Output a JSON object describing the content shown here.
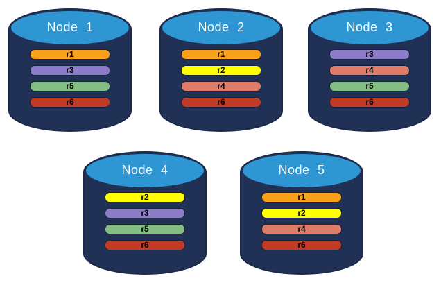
{
  "diagram": {
    "background": "#ffffff",
    "colors": {
      "cylinder_body": "#203155",
      "cylinder_outline": "#1a2947",
      "cylinder_top": "#2E96D2",
      "title_text": "#ffffff",
      "bar_text": "#000000",
      "bar_outline": "#16233f"
    },
    "replica_colors": {
      "r1": "#F9A11B",
      "r2": "#FFFF00",
      "r3": "#8C7BC8",
      "r4": "#DC7C69",
      "r5": "#85BE82",
      "r6": "#C23B25"
    },
    "nodes": [
      {
        "label": "Node 1",
        "replicas": [
          "r1",
          "r3",
          "r5",
          "r6"
        ]
      },
      {
        "label": "Node 2",
        "replicas": [
          "r1",
          "r2",
          "r4",
          "r6"
        ]
      },
      {
        "label": "Node 3",
        "replicas": [
          "r3",
          "r4",
          "r5",
          "r6"
        ]
      },
      {
        "label": "Node 4",
        "replicas": [
          "r2",
          "r3",
          "r5",
          "r6"
        ]
      },
      {
        "label": "Node 5",
        "replicas": [
          "r1",
          "r2",
          "r4",
          "r6"
        ]
      }
    ]
  }
}
